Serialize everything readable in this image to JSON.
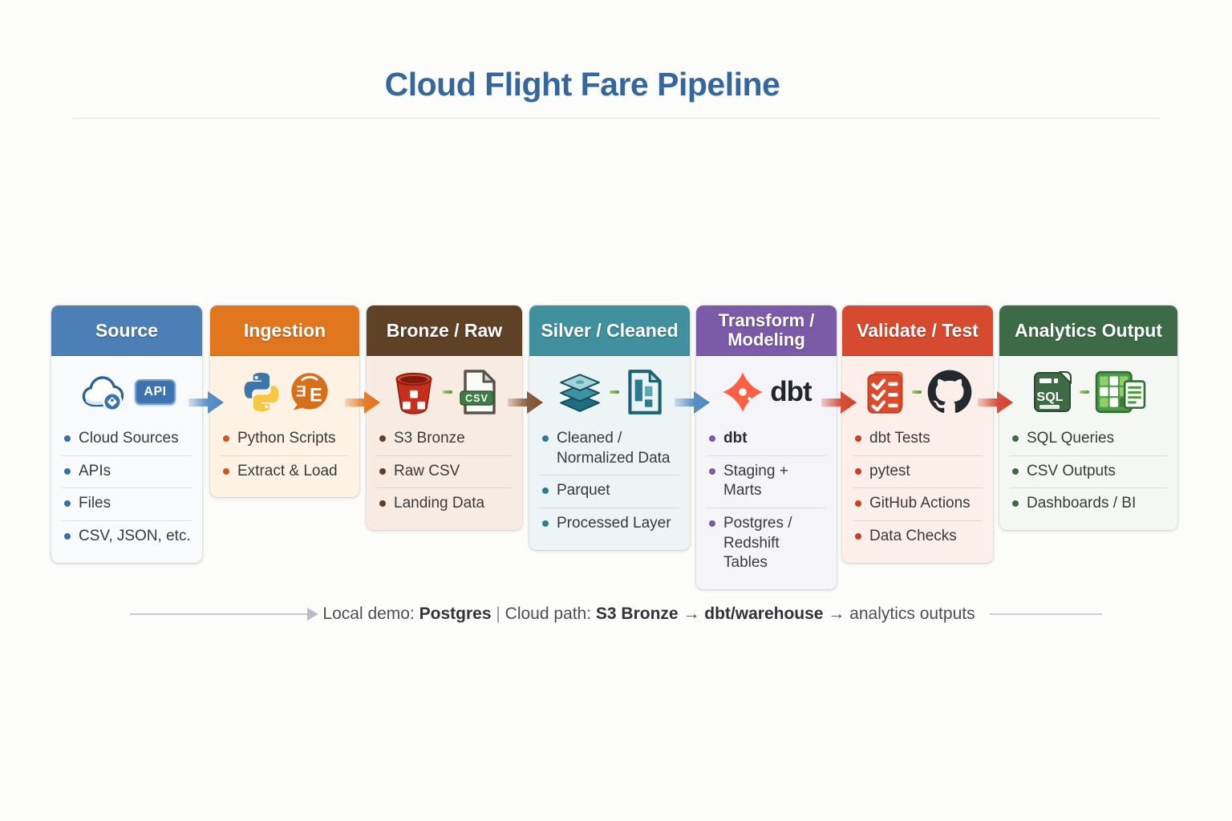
{
  "title": "Cloud Flight Fare Pipeline",
  "stages": [
    {
      "title": "Source",
      "items": [
        "Cloud Sources",
        "APIs",
        "Files",
        "CSV, JSON, etc."
      ],
      "icons": [
        "cloud-icon",
        "api-badge"
      ],
      "colors": {
        "header": "#4d7fb7",
        "body": "#f8fafc",
        "bullet": "#3a6ea5"
      }
    },
    {
      "title": "Ingestion",
      "items": [
        "Python Scripts",
        "Extract & Load"
      ],
      "icons": [
        "python-icon",
        "extract-load-icon"
      ],
      "colors": {
        "header": "#e0761e",
        "body": "#fdf2e4",
        "bullet": "#cd5a1a"
      }
    },
    {
      "title": "Bronze / Raw",
      "items": [
        "S3 Bronze",
        "Raw CSV",
        "Landing Data"
      ],
      "icons": [
        "s3-bucket-icon",
        "csv-file-icon"
      ],
      "colors": {
        "header": "#5f4126",
        "body": "#f8ece2",
        "bullet": "#5f4126"
      }
    },
    {
      "title": "Silver / Cleaned",
      "items": [
        "Cleaned / Normalized Data",
        "Parquet",
        "Processed Layer"
      ],
      "icons": [
        "layers-icon",
        "report-doc-icon"
      ],
      "colors": {
        "header": "#41909e",
        "body": "#edf4f6",
        "bullet": "#2e7d8c"
      }
    },
    {
      "title": "Transform / Modeling",
      "items": [
        "dbt",
        "Staging + Marts",
        "Postgres / Redshift Tables"
      ],
      "icons": [
        "dbt-icon",
        "dbt-wordmark"
      ],
      "colors": {
        "header": "#7b5ba7",
        "body": "#f5f4f8",
        "bullet": "#7b5ba7"
      }
    },
    {
      "title": "Validate / Test",
      "items": [
        "dbt Tests",
        "pytest",
        "GitHub Actions",
        "Data Checks"
      ],
      "icons": [
        "checklist-icon",
        "github-icon"
      ],
      "colors": {
        "header": "#d64a2f",
        "body": "#fcefe9",
        "bullet": "#cc3d2a"
      }
    },
    {
      "title": "Analytics Output",
      "items": [
        "SQL Queries",
        "CSV Outputs",
        "Dashboards / BI"
      ],
      "icons": [
        "sql-file-icon",
        "spreadsheet-icon"
      ],
      "colors": {
        "header": "#3d6b47",
        "body": "#f4f7f3",
        "bullet": "#3d6b47"
      }
    }
  ],
  "icon_labels": {
    "api": "API",
    "csv": "CSV",
    "sql": "SQL",
    "dbt": "dbt"
  },
  "arrows": [
    {
      "color": "#4a86c2"
    },
    {
      "color": "#e2701c"
    },
    {
      "color": "#7d512e"
    },
    {
      "color": "#4a86c2"
    },
    {
      "color": "#d2402a"
    },
    {
      "color": "#d2402a"
    }
  ],
  "caption": {
    "segments": [
      {
        "text": "Local demo: "
      },
      {
        "text": "Postgres"
      },
      {
        "text": " | "
      },
      {
        "text": "Cloud path: "
      },
      {
        "text": "S3 Bronze"
      },
      {
        "text": " → "
      },
      {
        "text": "dbt/warehouse"
      },
      {
        "text": " → "
      },
      {
        "text": "analytics outputs"
      }
    ]
  }
}
